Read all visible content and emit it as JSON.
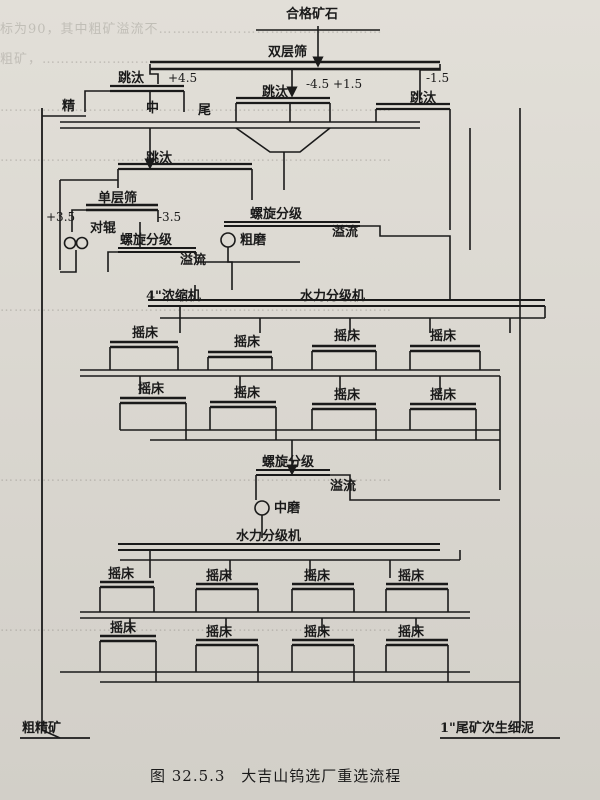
{
  "diagram": {
    "nodes": {
      "ore": "合格矿石",
      "double_screen": "双层筛",
      "jig_top_left": "跳汰",
      "jig_top_mid": "跳汰",
      "jig_top_right": "跳汰",
      "concentrate": "精",
      "middling": "中",
      "tailing": "尾",
      "jig_mid": "跳汰",
      "single_screen": "单层筛",
      "roll_crusher": "对辊",
      "spiral1": "螺旋分级",
      "overflow1": "溢流",
      "spiral2": "螺旋分级",
      "overflow2": "溢流",
      "coarse_mill": "粗磨",
      "thickener": "4\"浓缩机",
      "hydro_classifier1": "水力分级机",
      "shaking_table": "摇床",
      "spiral3": "螺旋分级",
      "overflow3": "溢流",
      "mid_mill": "中磨",
      "hydro_classifier2": "水力分级机",
      "rough_concentrate": "粗精矿",
      "tailings_out": "1\"尾矿次生细泥"
    },
    "sizes": {
      "p45": "+4.5",
      "m45p15": "-4.5 +1.5",
      "m15": "-1.5",
      "p35": "+3.5",
      "m35": "-3.5"
    }
  },
  "caption": {
    "figure_no": "图 32.5.3",
    "title": "大吉山钨选厂重选流程"
  }
}
